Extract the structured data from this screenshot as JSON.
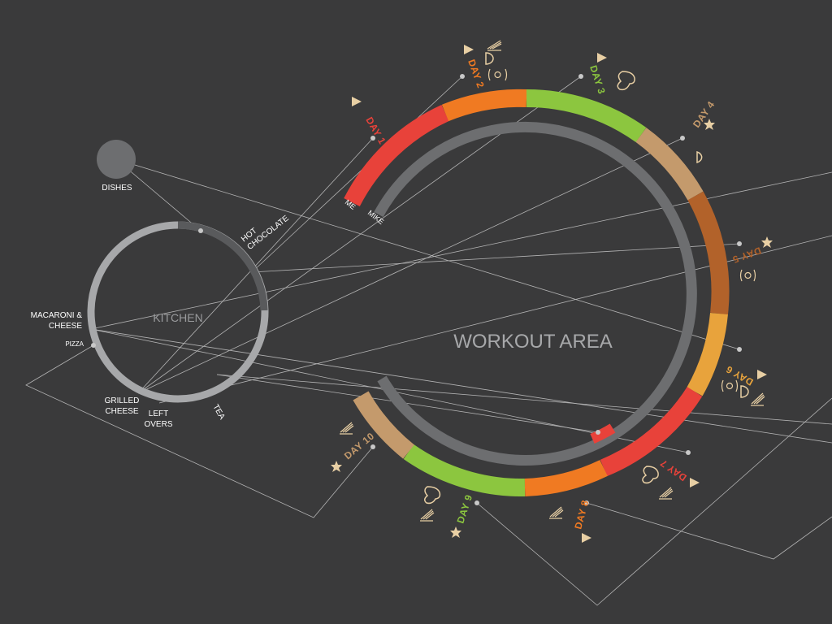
{
  "kitchen": {
    "title": "KITCHEN",
    "items": {
      "dishes": "DISHES",
      "hot_chocolate_1": "HOT",
      "hot_chocolate_2": "CHOCOLATE",
      "mac_1": "MACARONI &",
      "mac_2": "CHEESE",
      "pizza": "PIZZA",
      "grilled_1": "GRILLED",
      "grilled_2": "CHEESE",
      "leftovers_1": "LEFT",
      "leftovers_2": "OVERS",
      "tea": "TEA"
    }
  },
  "workout": {
    "title": "WORKOUT AREA",
    "ring_labels": {
      "me": "ME",
      "mike": "MIKE"
    }
  },
  "days": [
    {
      "label": "DAY 1",
      "color": "#e8423a"
    },
    {
      "label": "DAY 2",
      "color": "#f07a22"
    },
    {
      "label": "DAY 3",
      "color": "#8cc63f"
    },
    {
      "label": "DAY 4",
      "color": "#c49a6c"
    },
    {
      "label": "DAY 5",
      "color": "#b2622a"
    },
    {
      "label": "DAY 6",
      "color": "#e8a33c"
    },
    {
      "label": "DAY 7",
      "color": "#e8423a"
    },
    {
      "label": "DAY 8",
      "color": "#f07a22"
    },
    {
      "label": "DAY 9",
      "color": "#8cc63f"
    },
    {
      "label": "DAY 10",
      "color": "#c49a6c"
    }
  ],
  "colors": {
    "background": "#3a3a3b",
    "kitchen_ring": "#a7a8aa",
    "mike_ring": "#6d6e70",
    "lines": "#c8c8c8",
    "icon": "#e8cfa4"
  }
}
